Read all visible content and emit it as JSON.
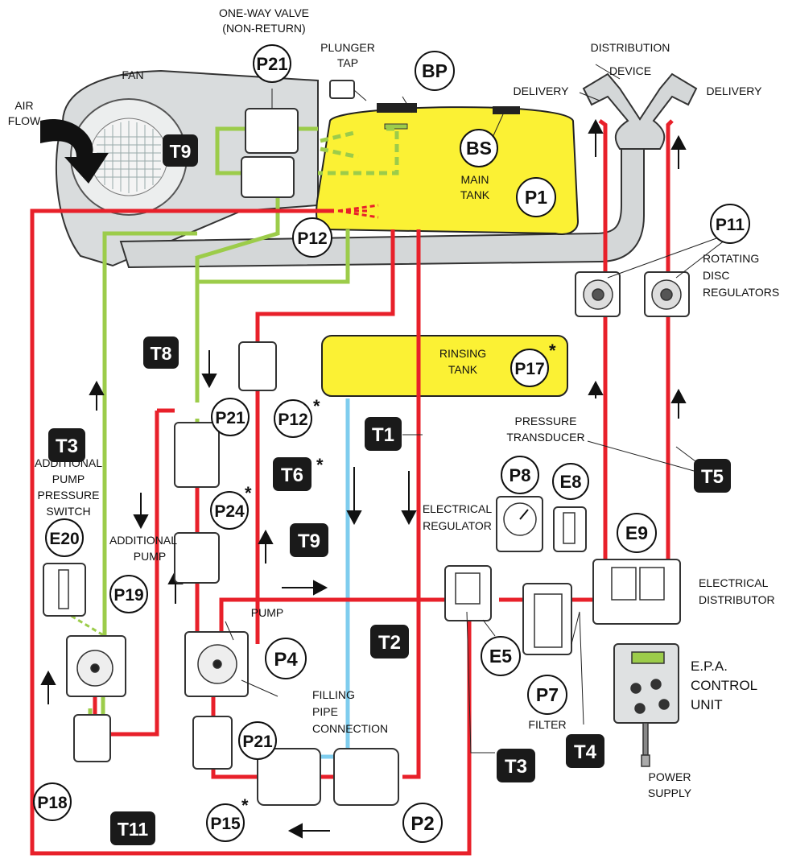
{
  "colors": {
    "pressure_line": "#e8202a",
    "suction_line": "#9ccc4a",
    "water_line": "#7fcdee",
    "tank": "#fbf134",
    "duct": "#d4d7d8",
    "tag_bg": "#1a1a1a"
  },
  "labels": {
    "one_way_valve_1": "ONE-WAY VALVE",
    "one_way_valve_2": "(NON-RETURN)",
    "plunger_tap_1": "PLUNGER",
    "plunger_tap_2": "TAP",
    "fan": "FAN",
    "air_flow_1": "AIR",
    "air_flow_2": "FLOW",
    "distribution_device_1": "DISTRIBUTION",
    "distribution_device_2": "DEVICE",
    "delivery_left": "DELIVERY",
    "delivery_right": "DELIVERY",
    "main_tank_1": "MAIN",
    "main_tank_2": "TANK",
    "rotating_disc_1": "ROTATING",
    "rotating_disc_2": "DISC",
    "rotating_disc_3": "REGULATORS",
    "rinsing_tank_1": "RINSING",
    "rinsing_tank_2": "TANK",
    "pressure_transducer_1": "PRESSURE",
    "pressure_transducer_2": "TRANSDUCER",
    "electrical_regulator_1": "ELECTRICAL",
    "electrical_regulator_2": "REGULATOR",
    "additional_pump_pressure_switch_1": "ADDITIONAL",
    "additional_pump_pressure_switch_2": "PUMP",
    "additional_pump_pressure_switch_3": "PRESSURE",
    "additional_pump_pressure_switch_4": "SWITCH",
    "additional_pump_1": "ADDITIONAL",
    "additional_pump_2": "PUMP",
    "pump": "PUMP",
    "filling_pipe_1": "FILLING",
    "filling_pipe_2": "PIPE",
    "filling_pipe_3": "CONNECTION",
    "electrical_distributor_1": "ELECTRICAL",
    "electrical_distributor_2": "DISTRIBUTOR",
    "epa_1": "E.P.A.",
    "epa_2": "CONTROL",
    "epa_3": "UNIT",
    "filter": "FILTER",
    "power_supply_1": "POWER",
    "power_supply_2": "SUPPLY",
    "asterisk": "*"
  },
  "components": {
    "P1": "P1",
    "P2": "P2",
    "P4": "P4",
    "P7": "P7",
    "P8": "P8",
    "P11": "P11",
    "P12": "P12",
    "P12b": "P12",
    "P15": "P15",
    "P17": "P17",
    "P18": "P18",
    "P19": "P19",
    "P21a": "P21",
    "P21b": "P21",
    "P21c": "P21",
    "P24": "P24",
    "BP": "BP",
    "BS": "BS",
    "E5": "E5",
    "E8": "E8",
    "E9": "E9",
    "E20": "E20"
  },
  "pipes": {
    "T1": "T1",
    "T2": "T2",
    "T3a": "T3",
    "T3b": "T3",
    "T4": "T4",
    "T5": "T5",
    "T6": "T6",
    "T8": "T8",
    "T9a": "T9",
    "T9b": "T9",
    "T11": "T11"
  }
}
